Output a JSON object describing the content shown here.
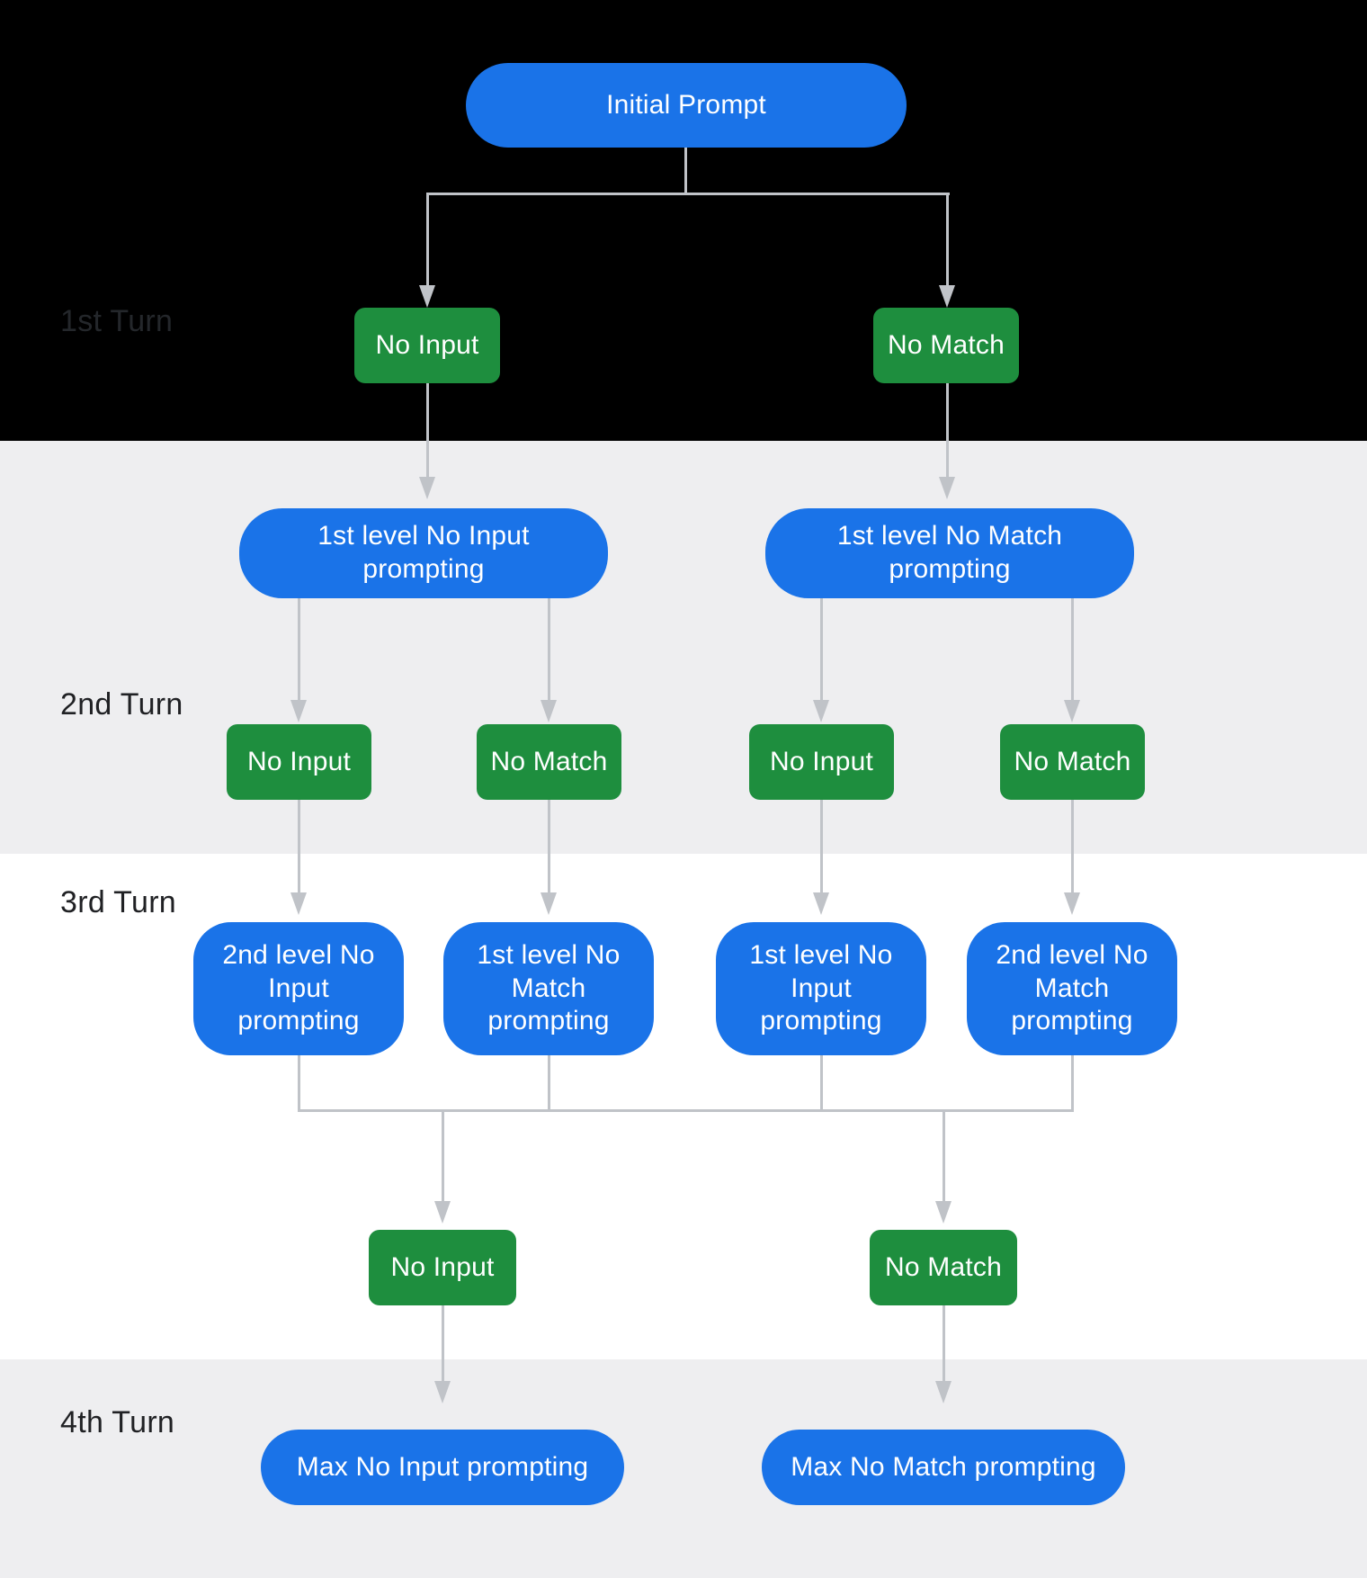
{
  "labels": {
    "turn1": "1st Turn",
    "turn2": "2nd Turn",
    "turn3": "3rd Turn",
    "turn4": "4th Turn"
  },
  "nodes": {
    "initial": "Initial Prompt",
    "t1_no_input": "No Input",
    "t1_no_match": "No Match",
    "t2_left_prompt": "1st level No Input prompting",
    "t2_right_prompt": "1st level No Match prompting",
    "t2_no_input_1": "No Input",
    "t2_no_match_1": "No Match",
    "t2_no_input_2": "No Input",
    "t2_no_match_2": "No Match",
    "t3_box_1": "2nd level No Input prompting",
    "t3_box_2": "1st level No Match prompting",
    "t3_box_3": "1st level No Input prompting",
    "t3_box_4": "2nd level No Match prompting",
    "t3_no_input": "No Input",
    "t3_no_match": "No Match",
    "t4_max_no_input": "Max No Input prompting",
    "t4_max_no_match": "Max No Match prompting"
  },
  "colors": {
    "prompt_node_blue": "#1a73e8",
    "event_node_green": "#1e8e3e",
    "connector_gray": "#c0c3c8",
    "node_text": "#ffffff",
    "turn1_band": "#000000",
    "turn2_band": "#eeeef0",
    "turn3_band": "#ffffff",
    "turn4_band": "#eeeef0",
    "label_text": "#202124"
  }
}
